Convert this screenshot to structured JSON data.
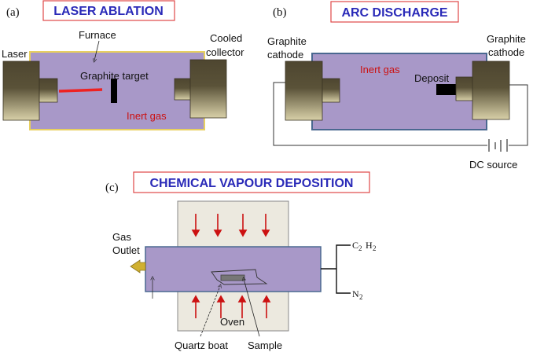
{
  "figure": {
    "panels": [
      {
        "letter": "(a)",
        "title": "LASER ABLATION",
        "labels": {
          "laser": "Laser",
          "furnace": "Furnace",
          "cooled_1": "Cooled",
          "cooled_2": "collector",
          "target": "Graphite target",
          "gas": "Inert gas"
        }
      },
      {
        "letter": "(b)",
        "title": "ARC DISCHARGE",
        "labels": {
          "left_1": "Graphite",
          "left_2": "cathode",
          "right_1": "Graphite",
          "right_2": "cathode",
          "gas": "Inert gas",
          "deposit": "Deposit",
          "source": "DC source"
        }
      },
      {
        "letter": "(c)",
        "title": "CHEMICAL VAPOUR DEPOSITION",
        "labels": {
          "gas_1": "Gas",
          "gas_2": "Outlet",
          "c2h2_c": "C",
          "c2h2_c_sub": "2",
          "c2h2_h": "H",
          "c2h2_h_sub": "2",
          "n2_n": "N",
          "n2_sub": "2",
          "oven": "Oven",
          "boat": "Quartz boat",
          "sample": "Sample"
        }
      }
    ],
    "colors": {
      "title_text": "#2a2ab8",
      "title_border": "#e04848",
      "chamber_fill": "#a898c8",
      "furnace_border": "#e8d060",
      "chamber_border": "#4a6890",
      "electrode_dark": "#4e4630",
      "electrode_light": "#d8d0a8",
      "laser_beam": "#ee2222",
      "heat_arrow": "#cc1111",
      "oven_fill": "#ece9df",
      "outlet_arrow": "#d0b030"
    }
  }
}
